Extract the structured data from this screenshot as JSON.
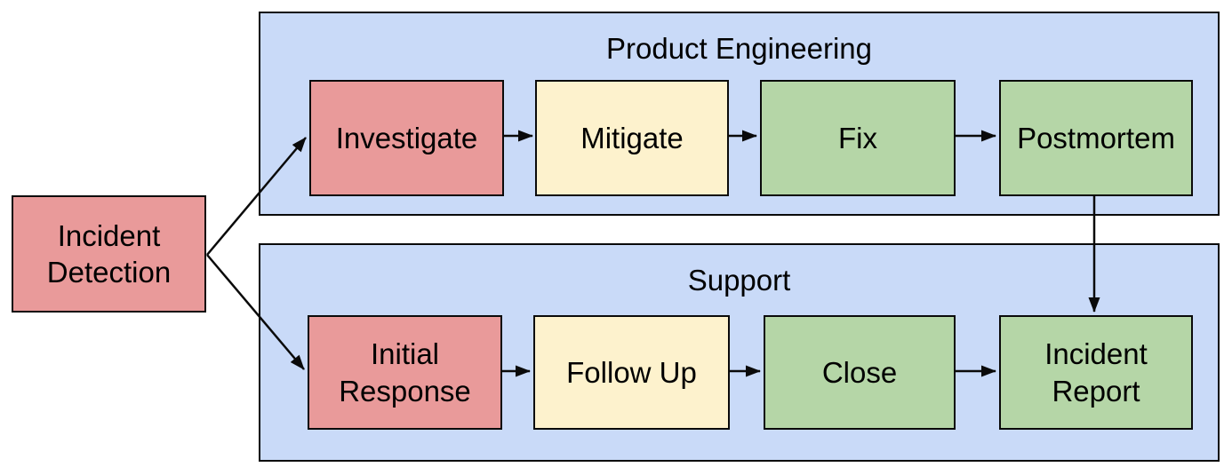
{
  "diagram": {
    "type": "flowchart",
    "start": {
      "label": "Incident\nDetection",
      "fill": "#e99a9a"
    },
    "lanes": [
      {
        "title": "Product Engineering",
        "fill": "#c9daf8",
        "steps": [
          {
            "label": "Investigate",
            "fill": "#e99a9a"
          },
          {
            "label": "Mitigate",
            "fill": "#fdf2cd"
          },
          {
            "label": "Fix",
            "fill": "#b5d6a7"
          },
          {
            "label": "Postmortem",
            "fill": "#b5d6a7"
          }
        ]
      },
      {
        "title": "Support",
        "fill": "#c9daf8",
        "steps": [
          {
            "label": "Initial\nResponse",
            "fill": "#e99a9a"
          },
          {
            "label": "Follow Up",
            "fill": "#fdf2cd"
          },
          {
            "label": "Close",
            "fill": "#b5d6a7"
          },
          {
            "label": "Incident\nReport",
            "fill": "#b5d6a7"
          }
        ]
      }
    ],
    "edges": [
      {
        "from": "Incident Detection",
        "to": "Investigate"
      },
      {
        "from": "Incident Detection",
        "to": "Initial Response"
      },
      {
        "from": "Investigate",
        "to": "Mitigate"
      },
      {
        "from": "Mitigate",
        "to": "Fix"
      },
      {
        "from": "Fix",
        "to": "Postmortem"
      },
      {
        "from": "Postmortem",
        "to": "Incident Report"
      },
      {
        "from": "Initial Response",
        "to": "Follow Up"
      },
      {
        "from": "Follow Up",
        "to": "Close"
      },
      {
        "from": "Close",
        "to": "Incident Report"
      }
    ],
    "colors": {
      "lane_fill": "#c9daf8",
      "node_red": "#e99a9a",
      "node_yellow": "#fdf2cd",
      "node_green": "#b5d6a7",
      "border": "#0a0a0a",
      "text": "#000000",
      "background": "#ffffff"
    }
  }
}
